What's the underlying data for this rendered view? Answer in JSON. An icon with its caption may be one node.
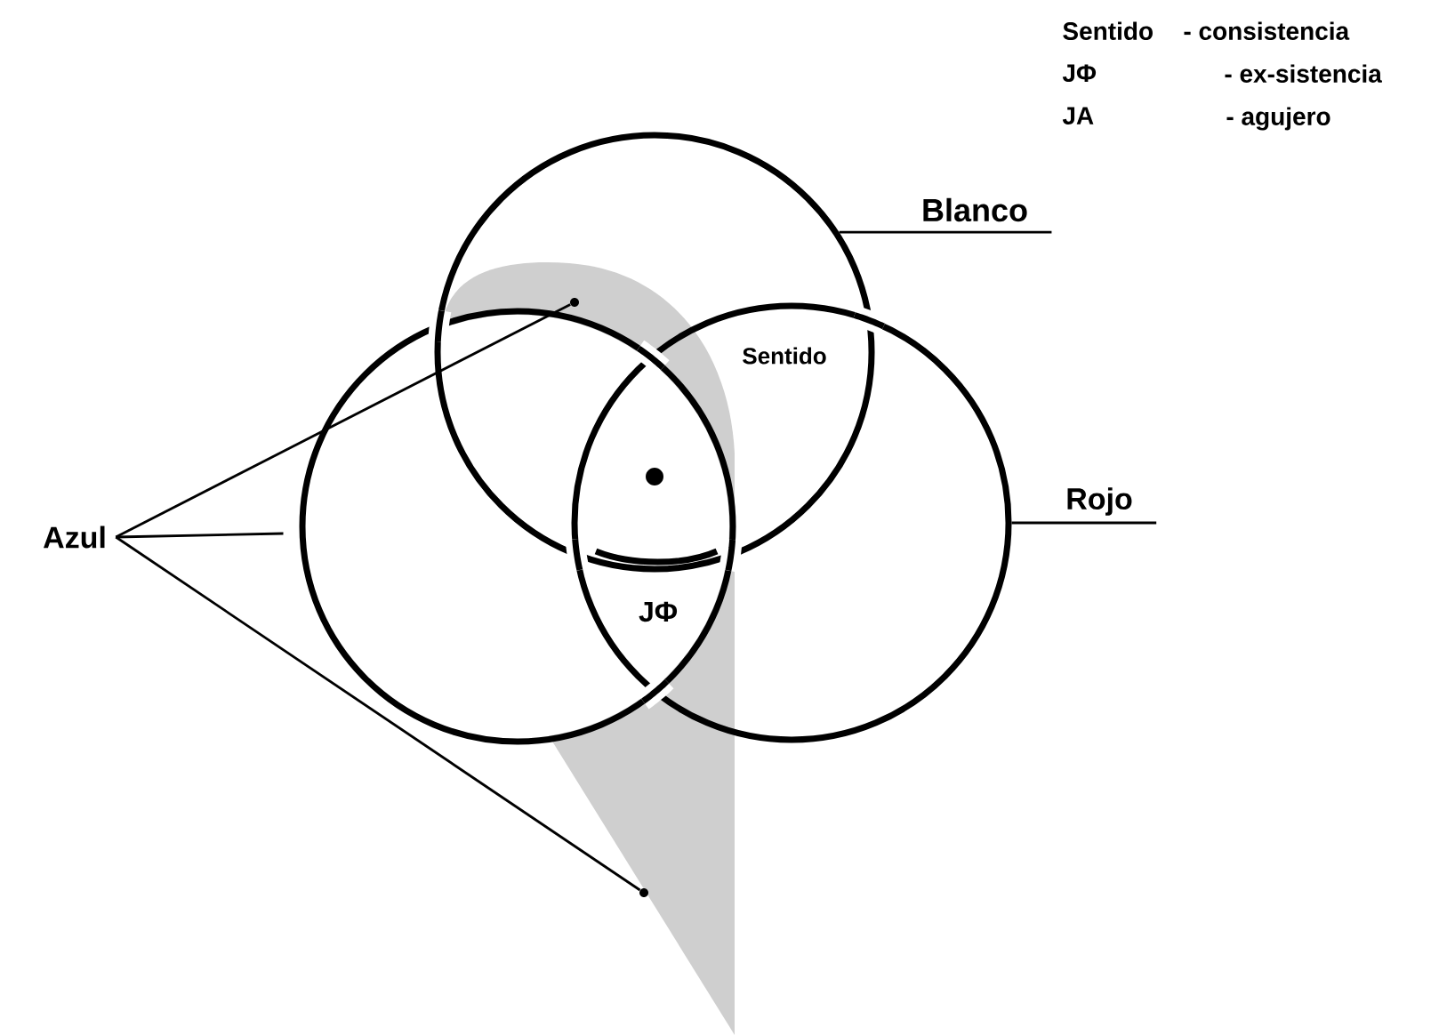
{
  "diagram": {
    "nodes": [
      {
        "text": [],
        "shape": "circle"
      },
      {
        "text": [],
        "shape": "circle"
      },
      {
        "text": [],
        "shape": "circle"
      },
      {
        "text": [
          "Blanco"
        ]
      },
      {
        "text": [
          "Rojo"
        ]
      },
      {
        "text": [
          "Azul"
        ]
      },
      {
        "text": [],
        "shape": "dot",
        "in": 0
      },
      {
        "text": [],
        "shape": "dot"
      }
    ],
    "edges": [
      {
        "from": 3,
        "to": 0,
        "arrow": "none"
      },
      {
        "from": 4,
        "to": 2,
        "arrow": "none"
      },
      {
        "from": 5,
        "to": 6,
        "arrow": "none"
      },
      {
        "from": 5,
        "to": 1,
        "arrow": "none"
      },
      {
        "from": 5,
        "to": 7,
        "arrow": "none"
      }
    ],
    "labels": [
      "Sentido",
      "- consistencia",
      "JΦ",
      "- ex-sistencia",
      "JA",
      "- agujero",
      "Sentido",
      "JΦ"
    ]
  }
}
